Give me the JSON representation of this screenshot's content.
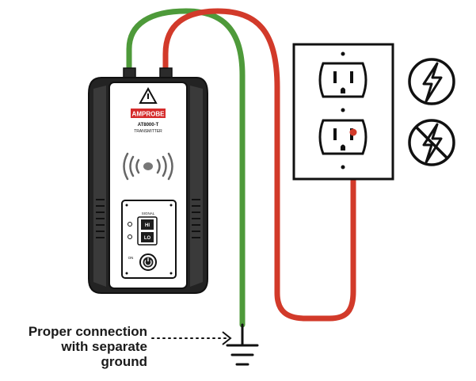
{
  "device": {
    "brand": "AMPROBE",
    "model": "AT8000-T",
    "subtitle": "TRANSMITTER",
    "signal_label": "SIGNAL",
    "hi_label": "HI",
    "lo_label": "LO",
    "power_label": "ON"
  },
  "caption": {
    "line1": "Proper connection",
    "line2": "with separate",
    "line3": "ground"
  },
  "colors": {
    "green_lead": "#4e9a3a",
    "red_lead": "#d23a2a",
    "device_body": "#222222",
    "brand_red": "#d52b2b"
  },
  "icons": [
    "live-voltage-icon",
    "no-voltage-icon",
    "ground-symbol-icon",
    "warning-triangle-icon",
    "signal-waves-icon",
    "power-button-icon"
  ]
}
